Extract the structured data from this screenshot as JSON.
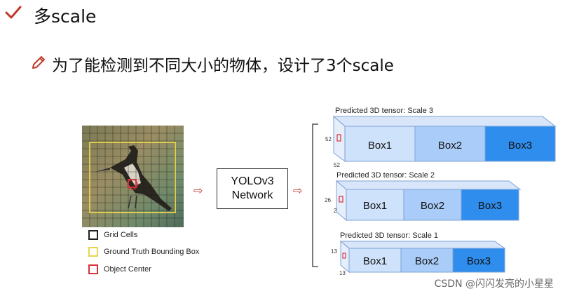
{
  "heading": {
    "title": "多scale",
    "bullet": "为了能检测到不同大小的物体，设计了3个scale"
  },
  "network": {
    "line1": "YOLOv3",
    "line2": "Network"
  },
  "legend": {
    "grid": "Grid Cells",
    "gt": "Ground Truth Bounding Box",
    "center": "Object Center"
  },
  "scales": [
    {
      "title": "Predicted 3D tensor: Scale 3",
      "dim_left": "52",
      "dim_bottom": "52",
      "boxes": [
        "Box1",
        "Box2",
        "Box3"
      ]
    },
    {
      "title": "Predicted 3D tensor: Scale 2",
      "dim_left": "26",
      "dim_bottom": "2",
      "boxes": [
        "Box1",
        "Box2",
        "Box3"
      ]
    },
    {
      "title": "Predicted 3D tensor: Scale 1",
      "dim_left": "13",
      "dim_bottom": "13",
      "boxes": [
        "Box1",
        "Box2",
        "Box3"
      ]
    }
  ],
  "colors": {
    "box1": "#cfe2fb",
    "box2": "#a9cdf8",
    "box3": "#2f8ded",
    "top_face": "#d9e6fa",
    "grid_box": "#e8d44a",
    "center": "#d9303a",
    "accent": "#c0392b"
  },
  "icons": {
    "title_icon": "check-icon",
    "bullet_icon": "pencil-icon"
  },
  "watermark": "CSDN @闪闪发亮的小星星"
}
